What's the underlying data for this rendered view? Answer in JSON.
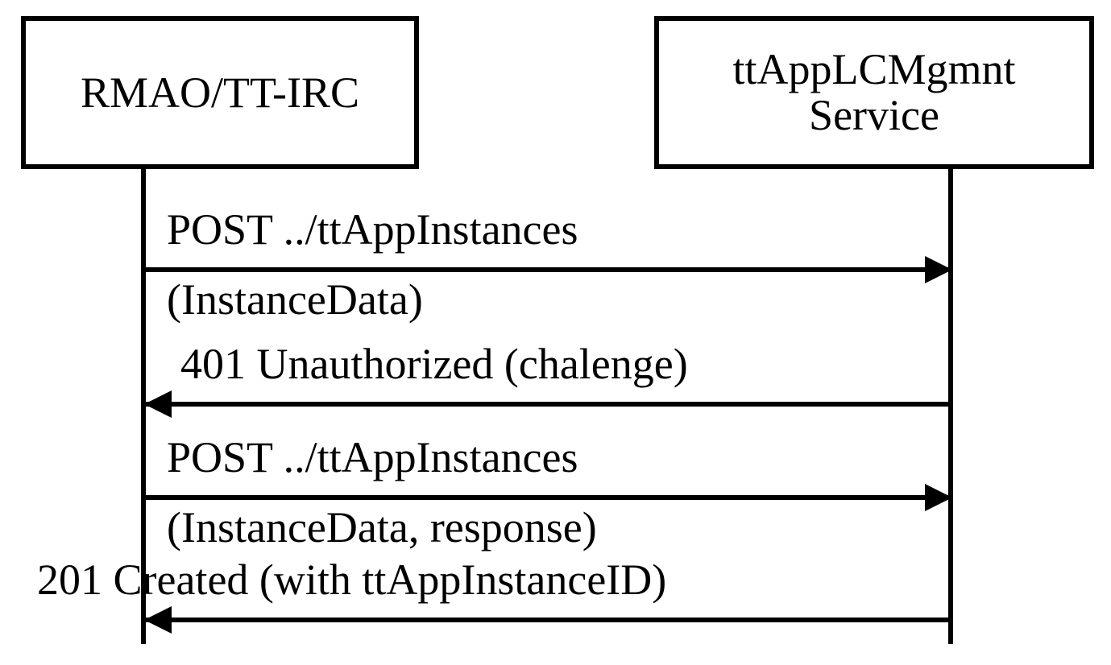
{
  "diagram": {
    "type": "uml-sequence-diagram",
    "title": "ttApp instance creation sequence",
    "background_color": "#ffffff",
    "stroke_color": "#000000",
    "participants": [
      {
        "id": "rmao",
        "label": "RMAO/TT-IRC"
      },
      {
        "id": "ttapplcmgmnt",
        "label": "ttAppLCMgmnt\nService"
      }
    ],
    "messages": [
      {
        "id": "m0",
        "from": "rmao",
        "to": "ttapplcmgmnt",
        "direction": "right",
        "label_above": "POST ../ttAppInstances",
        "label_below": "(InstanceData)"
      },
      {
        "id": "m1",
        "from": "ttapplcmgmnt",
        "to": "rmao",
        "direction": "left",
        "label_above": "401 Unauthorized (chalenge)",
        "label_below": ""
      },
      {
        "id": "m2",
        "from": "rmao",
        "to": "ttapplcmgmnt",
        "direction": "right",
        "label_above": "POST ../ttAppInstances",
        "label_below": "(InstanceData, response)"
      },
      {
        "id": "m3",
        "from": "ttapplcmgmnt",
        "to": "rmao",
        "direction": "left",
        "label_above": "201 Created (with ttAppInstanceID)",
        "label_below": ""
      }
    ]
  }
}
